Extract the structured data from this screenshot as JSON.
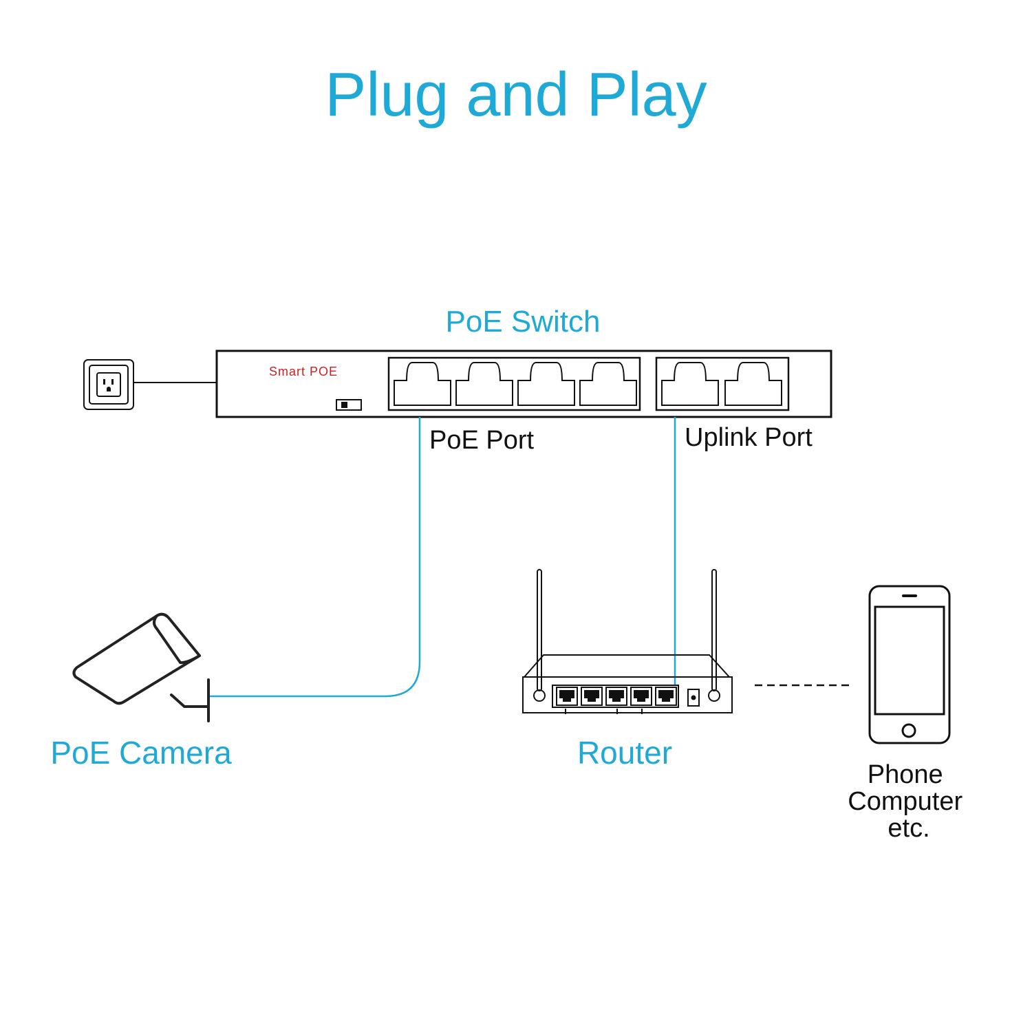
{
  "title": "Plug and Play",
  "switch": {
    "label": "PoE Switch",
    "brand": "Smart POE",
    "poe_port_label": "PoE Port",
    "uplink_port_label": "Uplink Port"
  },
  "devices": {
    "camera_label": "PoE Camera",
    "router_label": "Router",
    "client_lines": [
      "Phone",
      "Computer",
      "etc."
    ]
  },
  "icons": [
    "power-outlet-icon",
    "poe-switch-icon",
    "camera-icon",
    "router-icon",
    "phone-icon"
  ],
  "colors": {
    "accent": "#1EA9D6",
    "brand_text": "#D11F1F",
    "line": "#111111"
  }
}
